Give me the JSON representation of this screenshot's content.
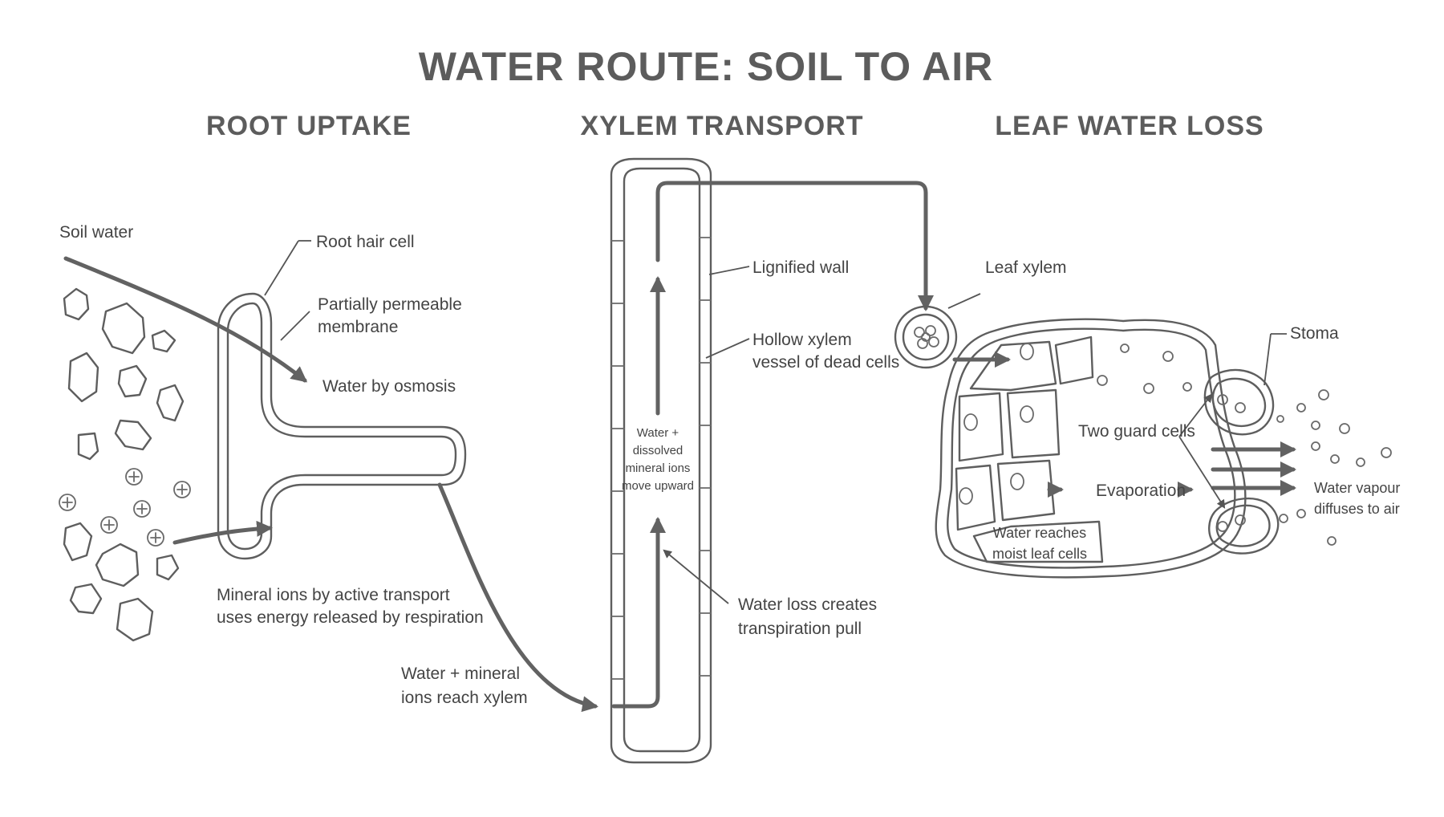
{
  "title": "WATER ROUTE: SOIL TO AIR",
  "panels": {
    "root": {
      "heading": "ROOT UPTAKE",
      "soil_water": "Soil water",
      "root_hair_cell": "Root hair cell",
      "membrane_line1": "Partially permeable",
      "membrane_line2": "membrane",
      "osmosis": "Water by osmosis",
      "active_line1": "Mineral ions by active transport",
      "active_line2": "uses energy released by respiration",
      "reach_line1": "Water + mineral",
      "reach_line2": "ions reach xylem"
    },
    "xylem": {
      "heading": "XYLEM TRANSPORT",
      "lignified": "Lignified wall",
      "hollow_line1": "Hollow xylem",
      "hollow_line2": "vessel of dead cells",
      "inside_line1": "Water +",
      "inside_line2": "dissolved",
      "inside_line3": "mineral ions",
      "inside_line4": "move upward",
      "pull_line1": "Water loss creates",
      "pull_line2": "transpiration pull"
    },
    "leaf": {
      "heading": "LEAF WATER LOSS",
      "leaf_xylem": "Leaf xylem",
      "stoma": "Stoma",
      "guard_cells": "Two guard cells",
      "evaporation": "Evaporation",
      "moist_line1": "Water reaches",
      "moist_line2": "moist leaf cells",
      "vapour_line1": "Water vapour",
      "vapour_line2": "diffuses to air"
    }
  }
}
